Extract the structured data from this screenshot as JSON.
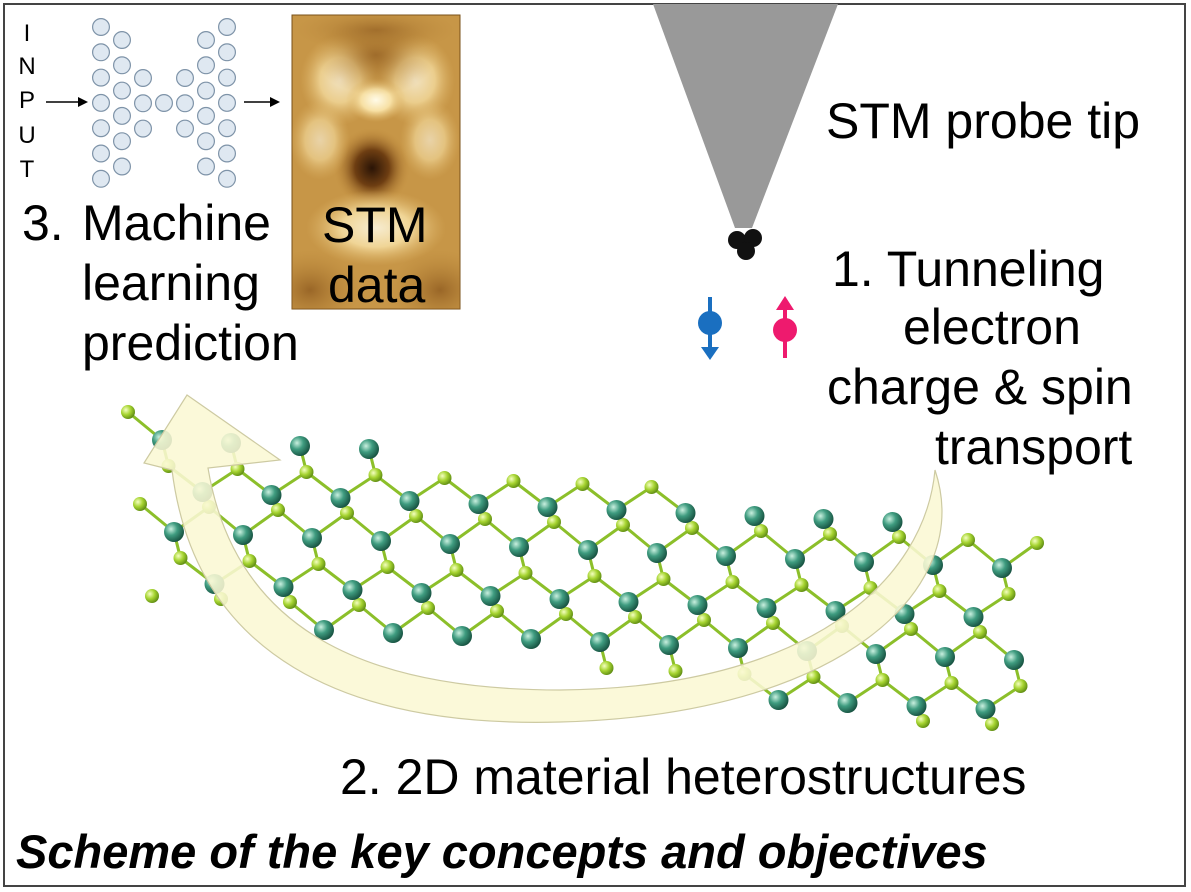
{
  "input_label": "INPUT",
  "ml": {
    "number": "3.",
    "line1": "Machine",
    "line2": "learning",
    "line3": "prediction"
  },
  "stm_data": {
    "line1": "STM",
    "line2": "data"
  },
  "probe_tip_label": "STM probe tip",
  "tunneling": {
    "line1": "1. Tunneling",
    "line2": "electron",
    "line3": "charge & spin",
    "line4": "transport"
  },
  "heterostructures_label": "2. 2D material heterostructures",
  "caption": "Scheme of the key concepts and objectives",
  "colors": {
    "spin_down": "#1a6fc0",
    "spin_up": "#ee1a6e",
    "probe_tip": "#999999",
    "arrow_fill": "#fbf8d4",
    "heavy_atom": "#2e8a6e",
    "light_atom": "#9fce2a",
    "neuron_fill": "#dfe8f1",
    "neuron_stroke": "#7e93a8"
  }
}
